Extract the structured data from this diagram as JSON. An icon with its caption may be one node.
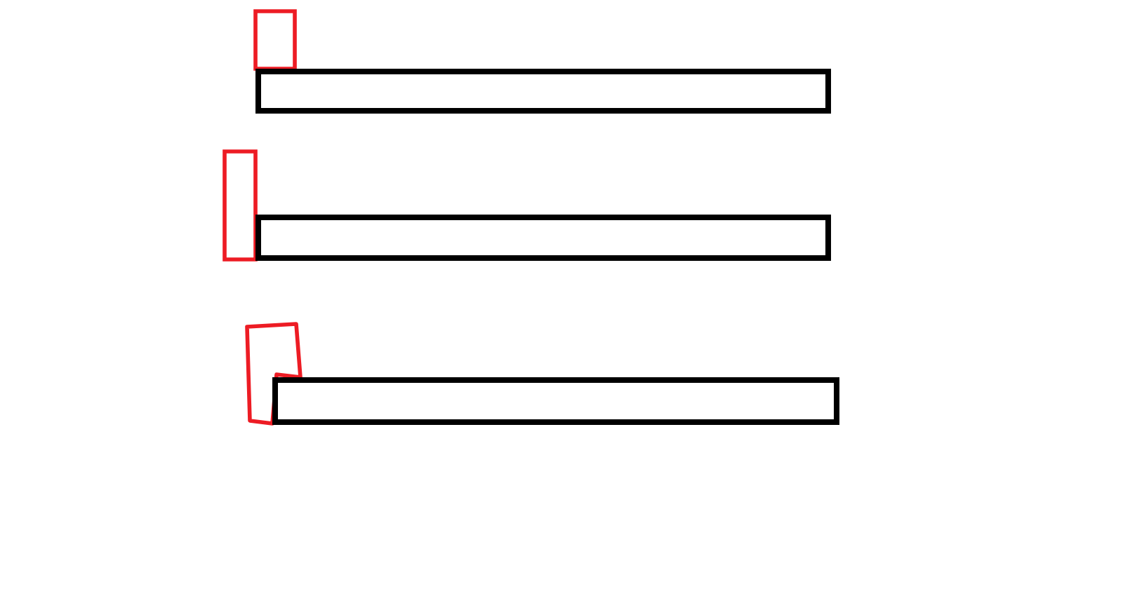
{
  "diagram": {
    "nodes": [
      {
        "text": [],
        "shape": "box"
      },
      {
        "text": [],
        "shape": "bar"
      },
      {
        "text": [],
        "shape": "box"
      },
      {
        "text": [],
        "shape": "bar"
      },
      {
        "text": [],
        "shape": "polygon"
      },
      {
        "text": [],
        "shape": "bar"
      }
    ]
  }
}
